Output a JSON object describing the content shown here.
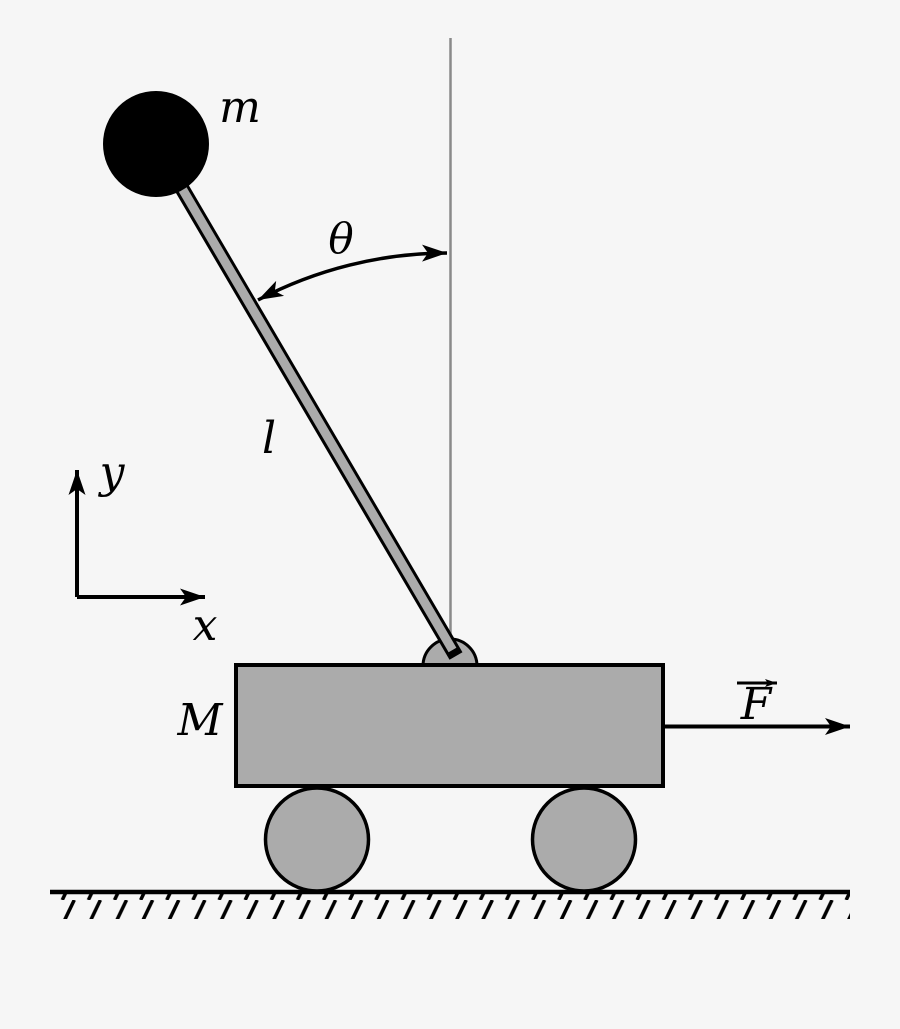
{
  "diagram": {
    "type": "physics-diagram",
    "subject": "inverted pendulum on a cart",
    "labels": {
      "pendulum_mass": "m",
      "angle": "θ",
      "rod_length": "l",
      "y_axis": "y",
      "x_axis": "x",
      "cart_mass": "M",
      "force": "F"
    },
    "colors": {
      "background": "#f6f6f6",
      "shape_fill": "#ababab",
      "outline": "#000000",
      "reference_line": "#8a8a8a",
      "label_text": "#000000"
    }
  }
}
